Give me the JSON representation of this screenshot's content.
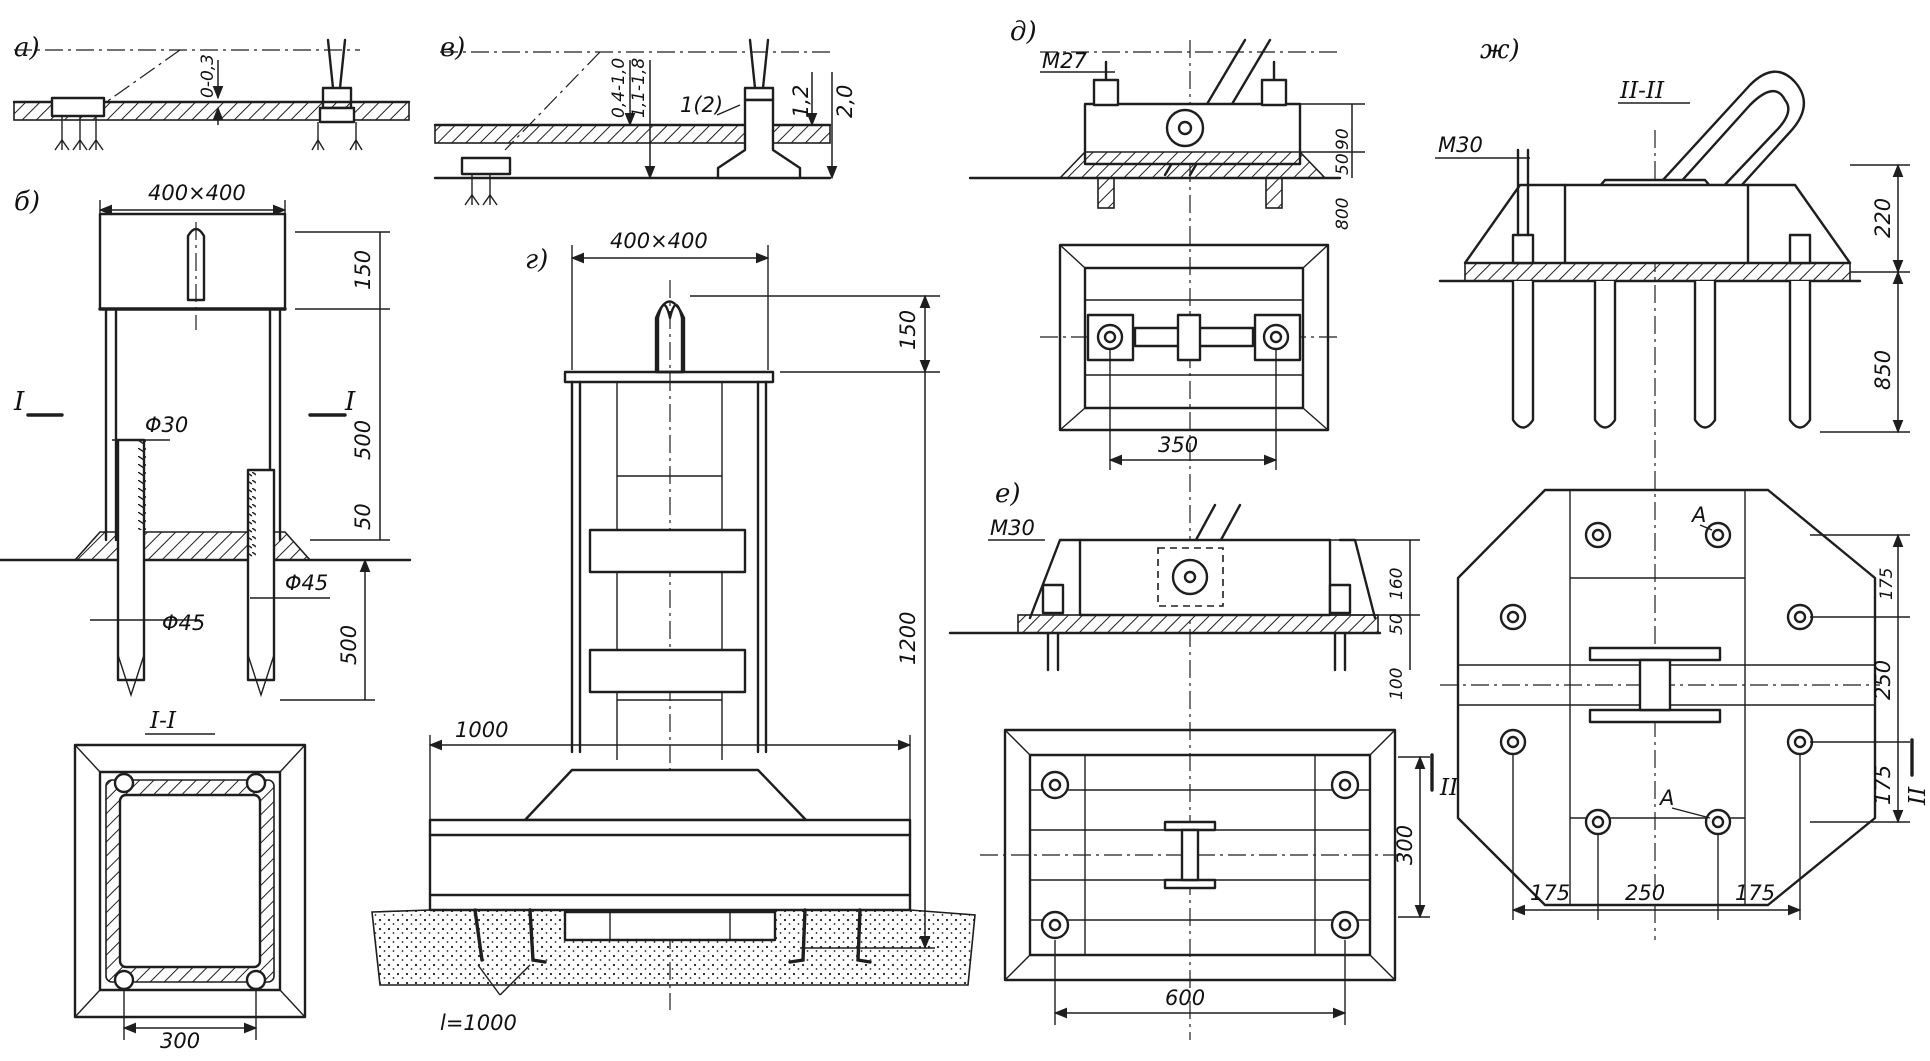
{
  "panels": {
    "a": {
      "label": "а)",
      "dim_height": "0-0,3"
    },
    "b": {
      "label": "б)",
      "top_size": "400×400",
      "dim_150": "150",
      "dim_500_upper": "500",
      "dim_50": "50",
      "dim_500_lower": "500",
      "phi30": "Φ30",
      "phi45_right": "Φ45",
      "phi45_left": "Φ45",
      "section_mark": "I",
      "section_title": "I-I",
      "dim_300": "300"
    },
    "v": {
      "label": "в)",
      "dim_04_10": "0,4-1,0",
      "dim_11_18": "1,1-1,8",
      "dim_12": "1,2",
      "dim_20": "2,0",
      "item_12": "1(2)"
    },
    "g": {
      "label": "г)",
      "top_size": "400×400",
      "dim_150": "150",
      "dim_1200": "1200",
      "dim_1000": "1000",
      "length_note": "l=1000"
    },
    "d": {
      "label": "д)",
      "bolt": "M27",
      "dim_90": "90",
      "dim_50": "50",
      "dim_800": "800",
      "dim_350": "350"
    },
    "e": {
      "label": "е)",
      "bolt": "M30",
      "dim_160": "160",
      "dim_50": "50",
      "dim_100": "100",
      "dim_300": "300",
      "dim_600": "600",
      "section_mark": "II"
    },
    "zh": {
      "label": "ж)",
      "section_title": "II-II",
      "bolt": "M30",
      "dim_220": "220",
      "dim_850": "850",
      "dim_175_top": "175",
      "dim_250_v": "250",
      "dim_175_bottom": "175",
      "dim_175_left": "175",
      "dim_250_h": "250",
      "dim_175_right": "175",
      "mark_a": "A",
      "section_mark": "II"
    }
  }
}
